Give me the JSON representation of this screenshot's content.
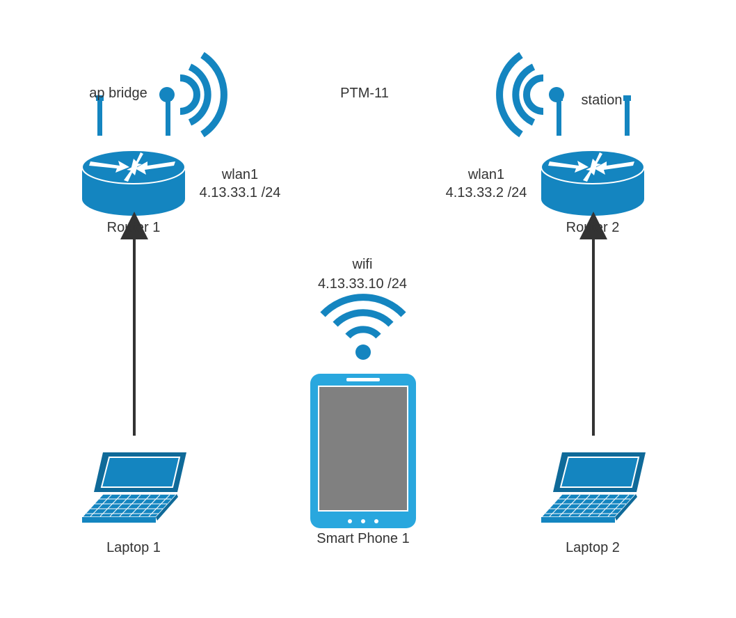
{
  "colors": {
    "device_blue": "#1485c0",
    "device_dark": "#0f6a99",
    "phone_blue": "#29a7de",
    "screen_grey": "#808080",
    "arrow": "#333333",
    "text": "#333333"
  },
  "router1": {
    "name": "Router 1",
    "mode": "ap bridge",
    "iface": "wlan1",
    "ip": "4.13.33.1 /24",
    "icon": "router-icon"
  },
  "router2": {
    "name": "Router 2",
    "mode": "station",
    "iface": "wlan1",
    "ip": "4.13.33.2 /24",
    "icon": "router-icon"
  },
  "link_label": "PTM-11",
  "phone": {
    "name": "Smart Phone 1",
    "iface": "wifi",
    "ip": "4.13.33.10 /24",
    "icon": "smartphone-icon"
  },
  "laptop1": {
    "name": "Laptop 1",
    "icon": "laptop-icon"
  },
  "laptop2": {
    "name": "Laptop 2",
    "icon": "laptop-icon"
  }
}
